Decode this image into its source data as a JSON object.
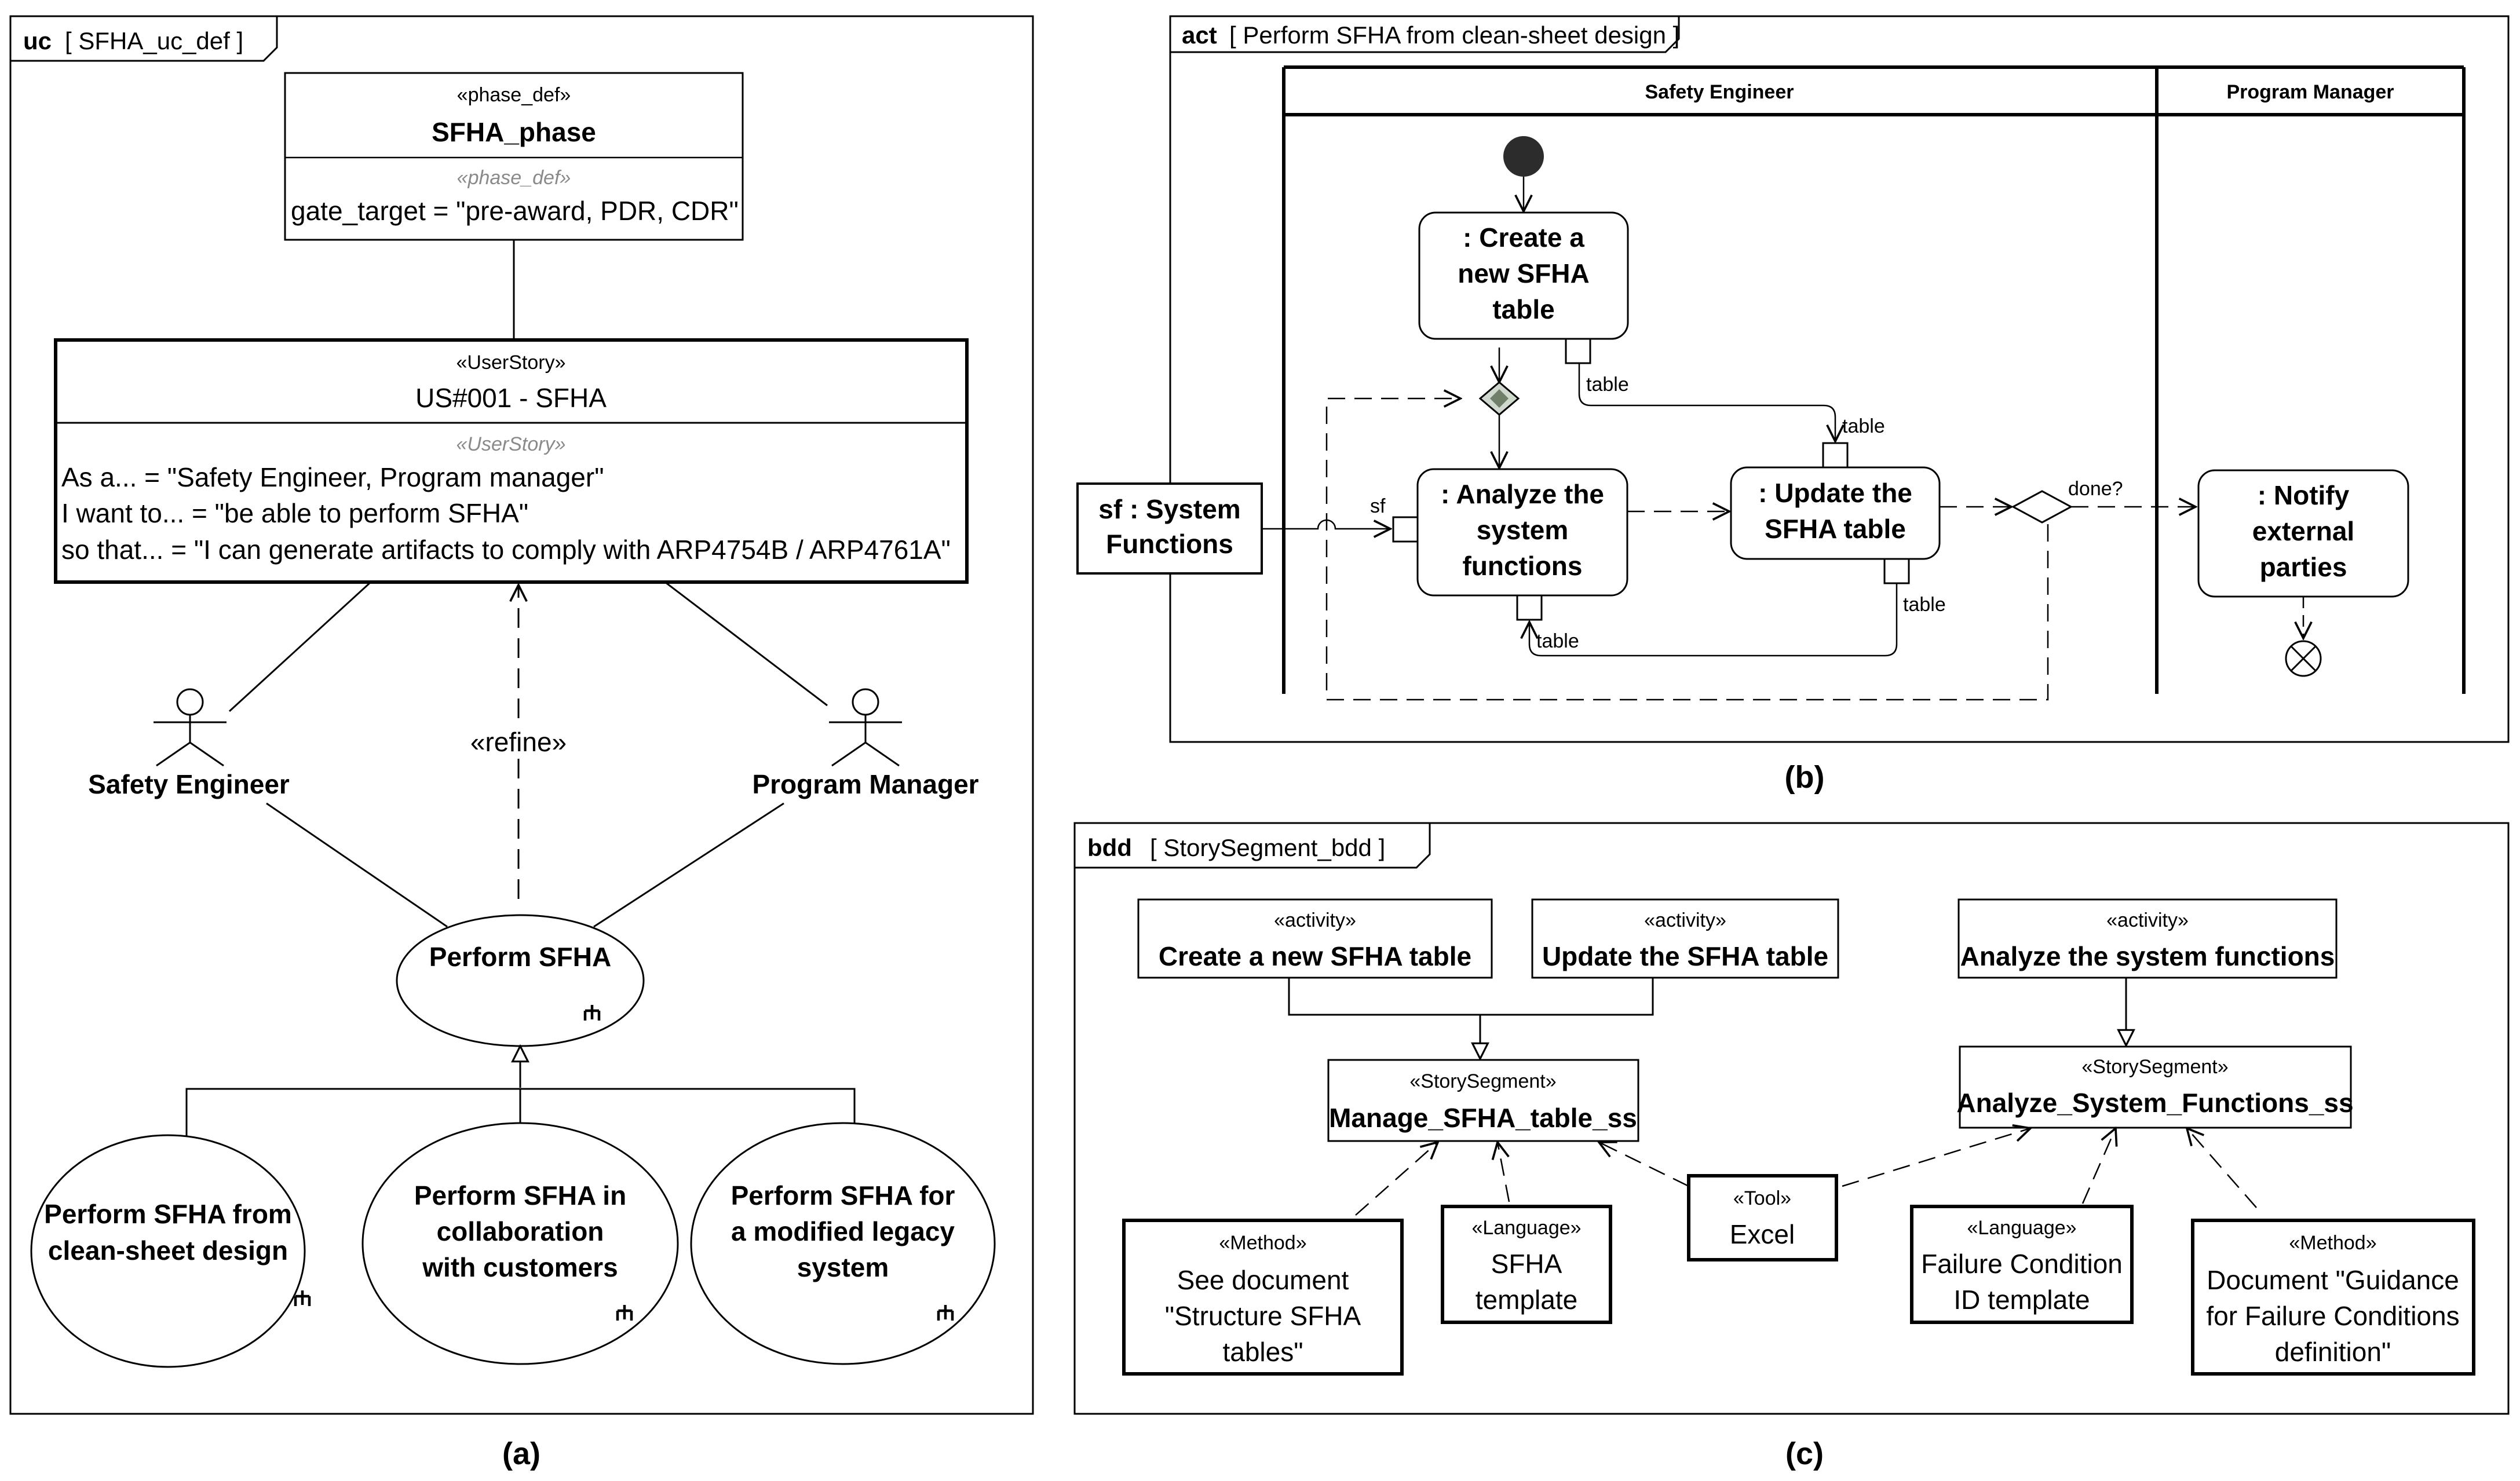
{
  "panel_a": {
    "frame_kind": "uc",
    "frame_name": "[ SFHA_uc_def ]",
    "caption": "(a)",
    "phase": {
      "stereotype": "«phase_def»",
      "name": "SFHA_phase",
      "compartment_stereotype": "«phase_def»",
      "property": "gate_target = \"pre-award, PDR, CDR\""
    },
    "userstory": {
      "stereotype": "«UserStory»",
      "name": "US#001 - SFHA",
      "compartment_stereotype": "«UserStory»",
      "line1": "As a... = \"Safety Engineer, Program manager\"",
      "line2": "I want to... = \"be able to perform SFHA\"",
      "line3": "so that... = \"I can generate artifacts to comply with ARP4754B / ARP4761A\""
    },
    "actor_left": "Safety Engineer",
    "actor_right": "Program Manager",
    "refine_label": "«refine»",
    "main_usecase": "Perform SFHA",
    "sub_usecases": [
      {
        "line1": "Perform SFHA from",
        "line2": "clean-sheet design",
        "line3": ""
      },
      {
        "line1": "Perform SFHA in",
        "line2": "collaboration",
        "line3": "with customers"
      },
      {
        "line1": "Perform SFHA for",
        "line2": "a modified legacy",
        "line3": "system"
      }
    ],
    "icon": "rake-icon"
  },
  "panel_b": {
    "frame_kind": "act",
    "frame_name": "[ Perform SFHA from clean-sheet design ]",
    "caption": "(b)",
    "lane_left": "Safety Engineer",
    "lane_right": "Program Manager",
    "param_line1": "sf : System",
    "param_line2": "Functions",
    "param_pin": "sf",
    "create": {
      "line1": ": Create a",
      "line2": "new SFHA",
      "line3": "table"
    },
    "analyze": {
      "line1": ": Analyze the",
      "line2": "system",
      "line3": "functions"
    },
    "update": {
      "line1": ": Update the",
      "line2": "SFHA table"
    },
    "notify": {
      "line1": ": Notify",
      "line2": "external",
      "line3": "parties"
    },
    "pin_label": "table",
    "guard": "done?"
  },
  "panel_c": {
    "frame_kind": "bdd",
    "frame_name": "[ StorySegment_bdd ]",
    "caption": "(c)",
    "activities": [
      {
        "stereotype": "«activity»",
        "name": "Create a new SFHA table"
      },
      {
        "stereotype": "«activity»",
        "name": "Update the SFHA table"
      },
      {
        "stereotype": "«activity»",
        "name": "Analyze the system functions"
      }
    ],
    "segment_left": {
      "stereotype": "«StorySegment»",
      "name": "Manage_SFHA_table_ss"
    },
    "segment_right": {
      "stereotype": "«StorySegment»",
      "name": "Analyze_System_Functions_ss"
    },
    "method_left": {
      "stereotype": "«Method»",
      "line1": "See document",
      "line2": "\"Structure SFHA",
      "line3": "tables\""
    },
    "language_left": {
      "stereotype": "«Language»",
      "line1": "SFHA",
      "line2": "template"
    },
    "tool": {
      "stereotype": "«Tool»",
      "line1": "Excel"
    },
    "language_right": {
      "stereotype": "«Language»",
      "line1": "Failure Condition",
      "line2": "ID template"
    },
    "method_right": {
      "stereotype": "«Method»",
      "line1": "Document \"Guidance",
      "line2": "for Failure Conditions",
      "line3": "definition\""
    }
  }
}
